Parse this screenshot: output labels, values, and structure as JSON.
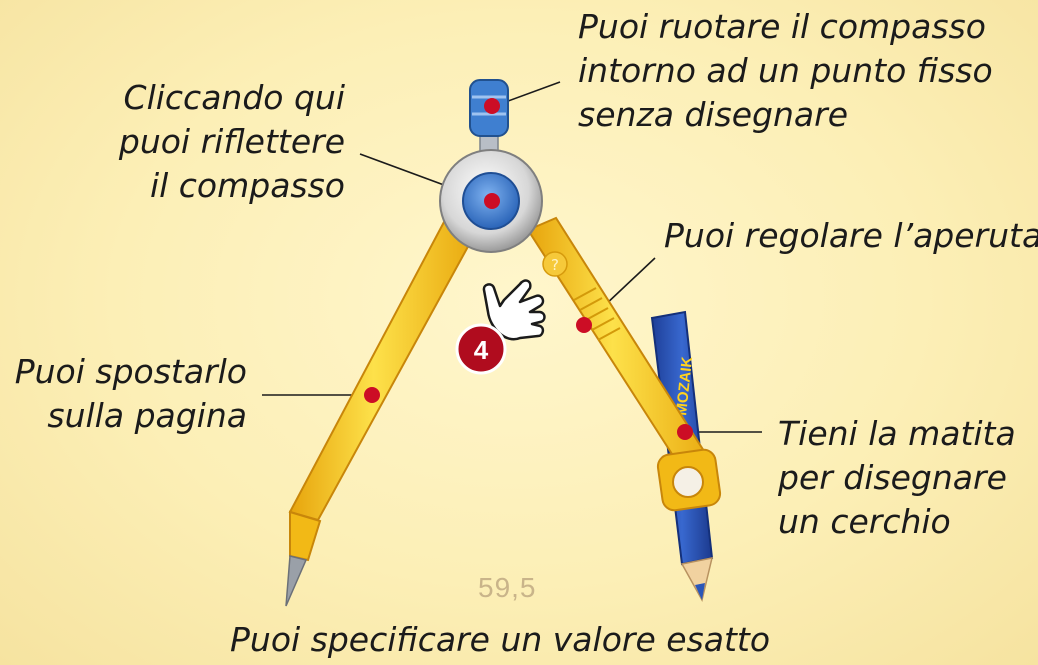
{
  "annotations": {
    "rotate": [
      "Puoi ruotare il compasso",
      "intorno ad un punto fisso",
      "senza disegnare"
    ],
    "reflect": [
      "Cliccando qui",
      "puoi riflettere",
      "il compasso"
    ],
    "aperture": "Puoi regolare l’aperuta",
    "move": [
      "Puoi spostarlo",
      "sulla pagina"
    ],
    "pencil": [
      "Tieni la matita",
      "per disegnare",
      "un cerchio"
    ],
    "exact_value": "Puoi specificare un valore esatto"
  },
  "compass": {
    "radius_value": "59,5",
    "help_glyph": "?",
    "step_badge": "4",
    "pencil_brand": "MOZAIK"
  },
  "colors": {
    "leg_yellow": "#f8c81c",
    "hub_blue": "#3f7fd0",
    "marker_red": "#cc0d25",
    "pencil_blue": "#2a56b8"
  }
}
